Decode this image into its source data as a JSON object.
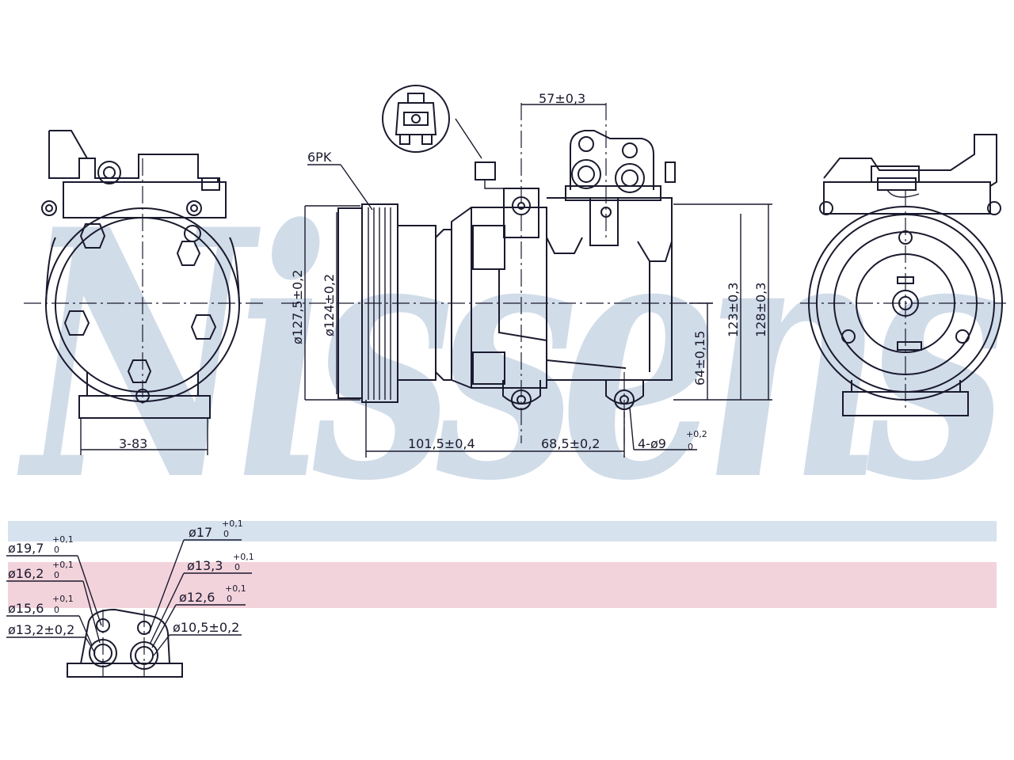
{
  "watermark": {
    "text": "Nissens",
    "color": "#c9d6e6"
  },
  "band_colors": {
    "blue": "#d6e2ee",
    "pink": "#f3d3db"
  },
  "labels": {
    "belt": "6PK",
    "bolt_distance": "3-83",
    "pulley_outer": "ø127,5±0,2",
    "pulley_inner": "ø124±0,2",
    "top_offset": "57±0,3",
    "center_height": "64±0,15",
    "height_1": "123±0,3",
    "height_2": "128±0,3",
    "length_1": "101,5±0,4",
    "length_2": "68,5±0,2",
    "mount_holes": "4-ø9",
    "mount_holes_tol_top": "+0,2",
    "mount_holes_tol_bot": "0"
  },
  "port_dims": {
    "left": [
      {
        "main": "ø19,7",
        "tol_top": "+0,1",
        "tol_bot": "0"
      },
      {
        "main": "ø16,2",
        "tol_top": "+0,1",
        "tol_bot": "0"
      },
      {
        "main": "ø15,6",
        "tol_top": "+0,1",
        "tol_bot": "0"
      },
      {
        "main": "ø13,2±0,2",
        "tol_top": "",
        "tol_bot": ""
      }
    ],
    "right": [
      {
        "main": "ø17",
        "tol_top": "+0,1",
        "tol_bot": "0"
      },
      {
        "main": "ø13,3",
        "tol_top": "+0,1",
        "tol_bot": "0"
      },
      {
        "main": "ø12,6",
        "tol_top": "+0,1",
        "tol_bot": "0"
      },
      {
        "main": "ø10,5±0,2",
        "tol_top": "",
        "tol_bot": ""
      }
    ]
  },
  "icons": {
    "connector_detail": "electrical-connector-icon"
  }
}
